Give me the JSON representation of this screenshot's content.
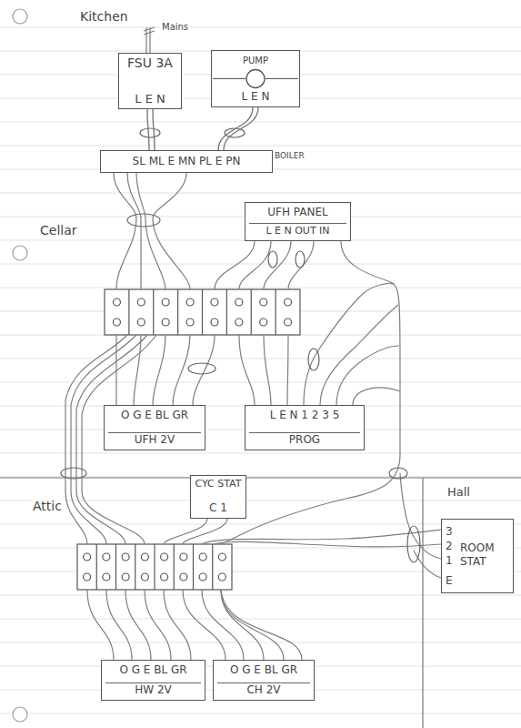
{
  "diagram": {
    "nodes": [
      {
        "text": [
          "FSU 3A",
          "L E N"
        ]
      },
      {
        "text": [
          "PUMP",
          "L E N"
        ]
      },
      {
        "text": [
          "SL ML E MN PL E PN",
          "BOILER"
        ]
      },
      {
        "text": [
          "UFH PANEL",
          "L E N OUT IN"
        ]
      },
      {
        "text": [
          "O G E BL GR",
          "UFH 2V"
        ]
      },
      {
        "text": [
          "L E N 1 2 3 5",
          "PROG"
        ]
      },
      {
        "text": [
          "CYC STAT",
          "C 1"
        ]
      },
      {
        "text": [
          "3",
          "2",
          "1",
          "E",
          "ROOM STAT"
        ]
      },
      {
        "text": [
          "O G E BL GR",
          "HW 2V"
        ]
      },
      {
        "text": [
          "O G E BL GR",
          "CH 2V"
        ]
      }
    ],
    "edges": [
      {
        "from": 0,
        "to": 2,
        "arrow": "none"
      },
      {
        "from": 1,
        "to": 2,
        "arrow": "none"
      }
    ],
    "labels": [
      "Kitchen",
      "Mains",
      "Cellar",
      "Attic",
      "Hall"
    ]
  }
}
